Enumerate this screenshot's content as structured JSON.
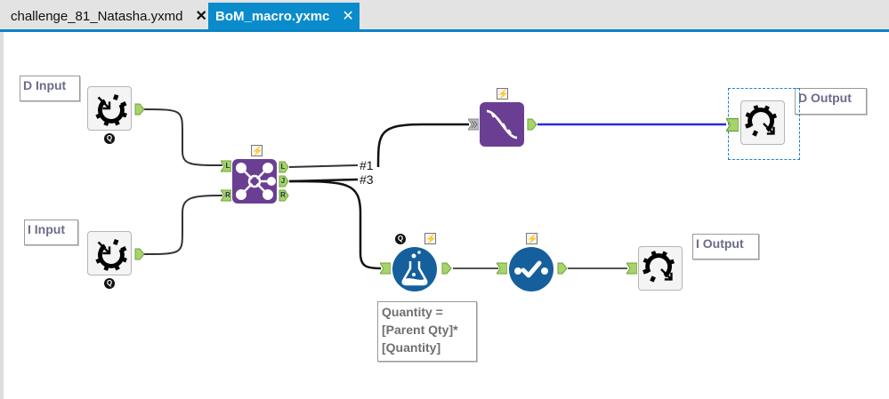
{
  "tabs": [
    {
      "label": "challenge_81_Natasha.yxmd",
      "active": false,
      "close_icon": "✕"
    },
    {
      "label": "BoM_macro.yxmc",
      "active": true,
      "close_icon": "✕"
    }
  ],
  "canvas": {
    "annotations": {
      "d_input": "D Input",
      "i_input": "I Input",
      "d_output": "D Output",
      "i_output": "I Output",
      "formula_line1": "Quantity =",
      "formula_line2": "[Parent Qty]*",
      "formula_line3": "[Quantity]"
    },
    "tools": [
      {
        "id": "d-input",
        "type": "macro-input",
        "icon": "macro-input-icon",
        "badge": "Q"
      },
      {
        "id": "i-input",
        "type": "macro-input",
        "icon": "macro-input-icon",
        "badge": "Q"
      },
      {
        "id": "join",
        "type": "join",
        "icon": "join-icon",
        "badge": "⚡",
        "anchors_in": [
          "L",
          "R"
        ],
        "anchors_out": [
          "L",
          "J",
          "R"
        ]
      },
      {
        "id": "dynamic",
        "type": "dynamic-rename",
        "icon": "dna-icon",
        "badge": "⚡"
      },
      {
        "id": "formula",
        "type": "formula",
        "icon": "flask-icon",
        "badges": [
          "Q",
          "⚡"
        ]
      },
      {
        "id": "select",
        "type": "select",
        "icon": "checkmark-icon",
        "badge": "⚡"
      },
      {
        "id": "d-output",
        "type": "macro-output",
        "icon": "macro-output-icon",
        "selected": true
      },
      {
        "id": "i-output",
        "type": "macro-output",
        "icon": "macro-output-icon"
      }
    ],
    "wire_labels": {
      "left": "#1",
      "join": "#3"
    },
    "anchor_labels": {
      "in_left": "L",
      "in_right": "R",
      "out_left": "L",
      "out_join": "J",
      "out_right": "R"
    },
    "bolt_glyph": "⚡",
    "q_glyph": "Q"
  },
  "colors": {
    "tab_active": "#0a8ccc",
    "tool_purple": "#6a3f93",
    "tool_blue": "#155f9c",
    "anchor_green": "#a6d46a",
    "wire_blue": "#2b2bd6"
  }
}
